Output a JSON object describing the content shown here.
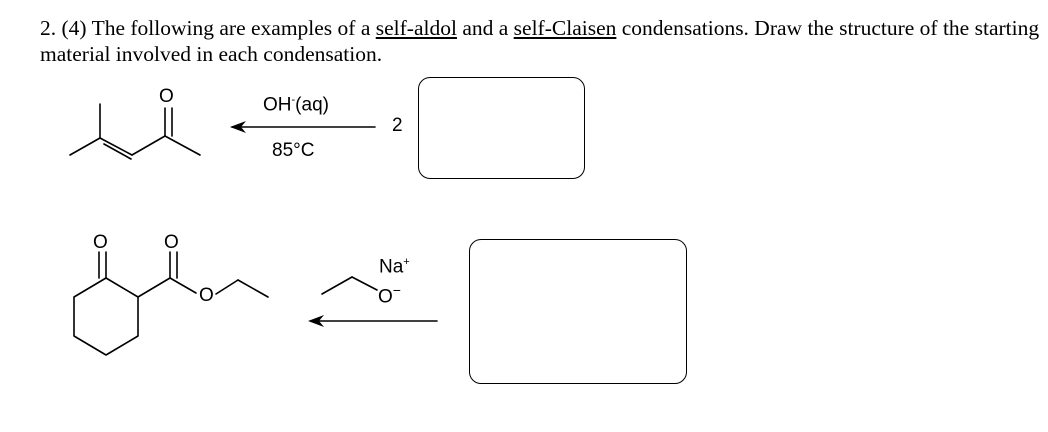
{
  "question": {
    "number": "2.",
    "points": "(4)",
    "text_before": "The following are examples of a",
    "link1": "self-aldol",
    "text_middle": "and a",
    "link2": "self-Claisen",
    "text_after": "condensations.  Draw the structure of the starting material involved in each condensation."
  },
  "reaction1": {
    "reagent_top": "OH",
    "reagent_top_sup": "-",
    "reagent_top_suffix": "(aq)",
    "reagent_bottom": "85°C",
    "coefficient": "2",
    "product_atom_O": "O"
  },
  "reaction2": {
    "counterion": "Na",
    "counterion_charge": "+",
    "alkoxide_O": "O",
    "alkoxide_charge": "−",
    "product_ketone_O": "O",
    "product_ester_carbonyl_O": "O",
    "product_ester_O": "O"
  }
}
